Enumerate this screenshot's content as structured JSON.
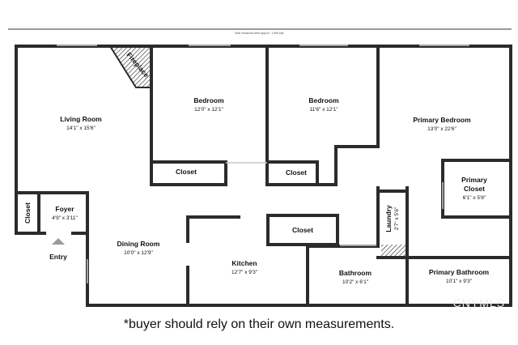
{
  "header_note": "Total measured area approx. 1,065 sqft",
  "disclaimer": "*buyer should rely on their own measurements.",
  "watermark": "CNYMLS",
  "rooms": {
    "living_room": {
      "name": "Living Room",
      "dim": "14'1\" x 15'6\""
    },
    "fireplace": {
      "name": "Fireplace"
    },
    "bedroom_1": {
      "name": "Bedroom",
      "dim": "12'0\" x 12'1\""
    },
    "bedroom_2": {
      "name": "Bedroom",
      "dim": "11'6\" x 12'1\""
    },
    "primary_bedroom": {
      "name": "Primary Bedroom",
      "dim": "13'0\" x 22'6\""
    },
    "closet_bed1": {
      "name": "Closet"
    },
    "closet_bed2": {
      "name": "Closet"
    },
    "primary_closet": {
      "name1": "Primary",
      "name2": "Closet",
      "dim": "6'1\" x 5'8\""
    },
    "closet_entry": {
      "name": "Closet"
    },
    "foyer": {
      "name": "Foyer",
      "dim": "4'9\" x 3'11\""
    },
    "entry": {
      "name": "Entry"
    },
    "dining_room": {
      "name": "Dining Room",
      "dim": "10'0\" x 12'9\""
    },
    "kitchen": {
      "name": "Kitchen",
      "dim": "12'7\" x 9'3\""
    },
    "closet_hall": {
      "name": "Closet"
    },
    "laundry": {
      "name": "Laundry",
      "dim": "2'7\" x 5'6\""
    },
    "bathroom": {
      "name": "Bathroom",
      "dim": "10'2\" x 6'1\""
    },
    "primary_bathroom": {
      "name": "Primary Bathroom",
      "dim": "10'1\" x 9'3\""
    }
  }
}
